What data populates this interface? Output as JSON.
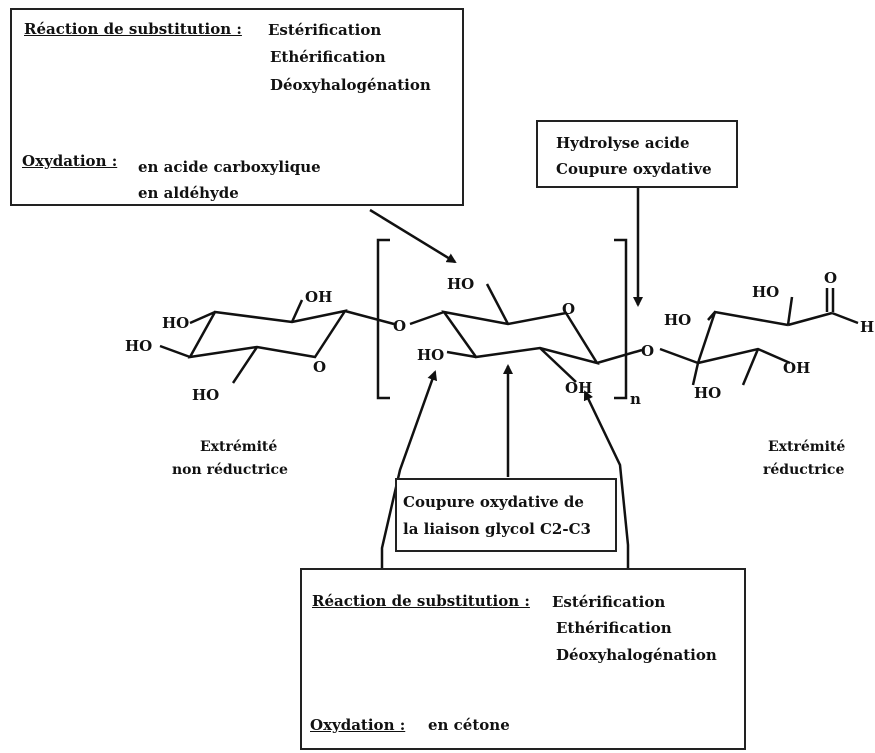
{
  "top_left_box": {
    "substitution_label": "Réaction de substitution :",
    "substitution_items": [
      "Estérification",
      "Ethérification",
      "Déoxyhalogénation"
    ],
    "oxydation_label": "Oxydation :",
    "oxydation_items": [
      "en acide carboxylique",
      "en aldéhyde"
    ]
  },
  "top_right_box": {
    "lines": [
      "Hydrolyse acide",
      "Coupure oxydative"
    ]
  },
  "middle_box": {
    "lines": [
      "Coupure oxydative de",
      "la liaison glycol C2-C3"
    ]
  },
  "bottom_box": {
    "substitution_label": "Réaction de substitution :",
    "substitution_items": [
      "Estérification",
      "Ethérification",
      "Déoxyhalogénation"
    ],
    "oxydation_label": "Oxydation :",
    "oxydation_item": "en cétone"
  },
  "labels": {
    "left_end": [
      "Extrémité",
      "non réductrice"
    ],
    "right_end": [
      "Extrémité",
      "réductrice"
    ]
  },
  "atoms": {
    "oh": "OH",
    "ho": "HO",
    "o": "O",
    "h": "H",
    "n": "n"
  }
}
